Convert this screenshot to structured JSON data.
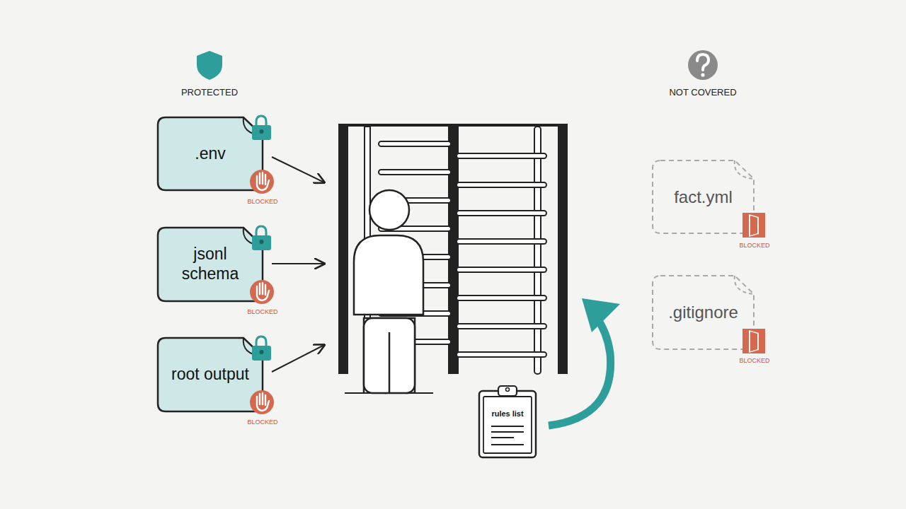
{
  "diagram": {
    "nodes": [
      {
        "text": [
          ".env"
        ]
      },
      {
        "text": [
          "jsonl schema"
        ]
      },
      {
        "text": [
          "root output"
        ]
      },
      {
        "text": [
          "rules list"
        ]
      },
      {
        "text": [
          "fact.yml"
        ]
      },
      {
        "text": [
          ".gitignore"
        ]
      }
    ],
    "labels": [
      "PROTECTED",
      "NOT COVERED",
      "BLOCKED",
      "BLOCKED",
      "BLOCKED",
      "BLOCKED",
      "BLOCKED"
    ]
  }
}
